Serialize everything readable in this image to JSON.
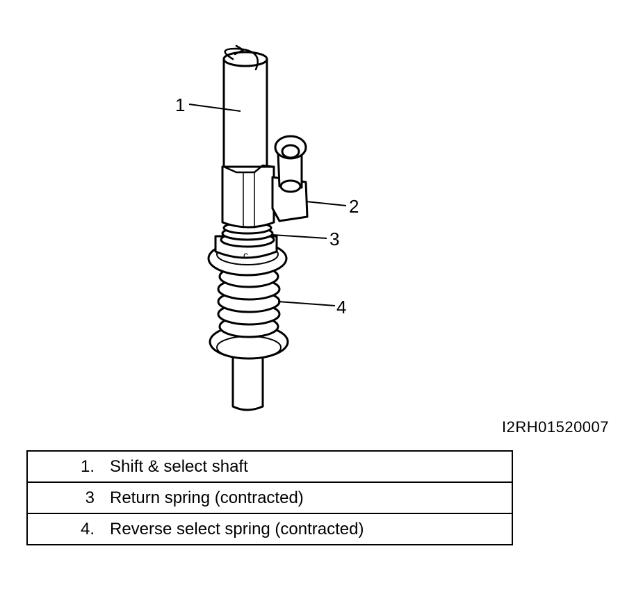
{
  "callouts": [
    "1",
    "2",
    "3",
    "4"
  ],
  "figure_id": "I2RH01520007",
  "legend": [
    {
      "num": "1.",
      "text": "Shift & select shaft"
    },
    {
      "num": "3",
      "text": "Return spring (contracted)"
    },
    {
      "num": "4.",
      "text": "Reverse select spring (contracted)"
    }
  ]
}
